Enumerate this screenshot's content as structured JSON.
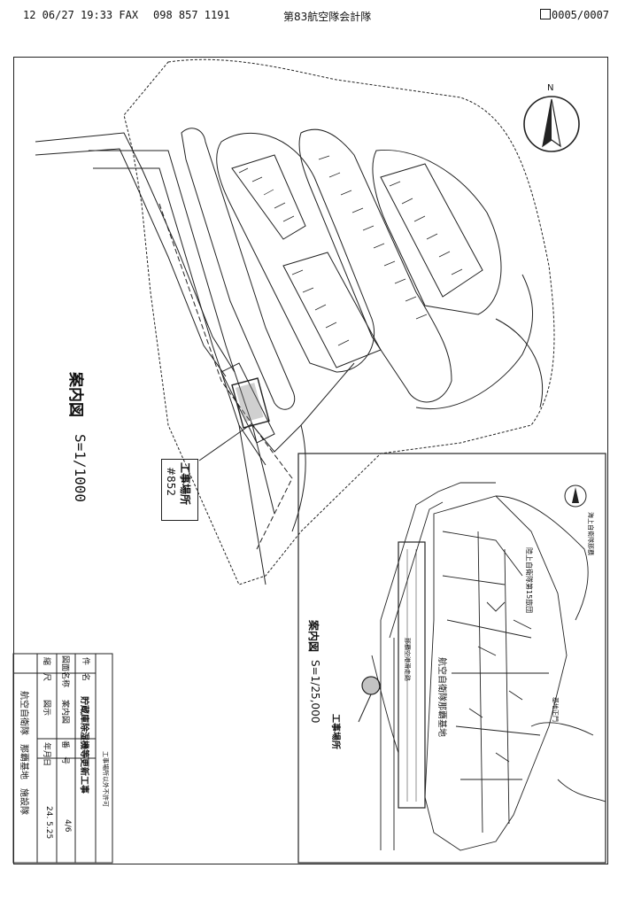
{
  "fax_header": {
    "datetime": "12 06/27 19:33 FAX",
    "fax_number": "098 857 1191",
    "sender": "第83航空隊会計隊",
    "page": "0005/0007"
  },
  "drawing": {
    "main_title": "案内図",
    "main_scale": "S=1/1000",
    "site_label": "工事場所",
    "site_number": "#852",
    "north_label": "N",
    "inset_title": "案内図",
    "inset_scale": "S=1/25,000",
    "inset_site_label": "工事場所",
    "inset_labels": {
      "naha_airport": "那覇空港滑走路",
      "jasdf_base": "航空自衛隊那覇基地",
      "gsdf_camp": "陸上自衛隊第15旅団",
      "naval_air": "海上自衛隊那覇",
      "base_gate": "基地正門"
    }
  },
  "title_block": {
    "header_note": "工事場所以外不許可",
    "rows": [
      {
        "label": "件　名",
        "value": "貯蔵庫除湿機等更新工事"
      },
      {
        "label": "図面名称",
        "value": "案内図",
        "label2": "番　号",
        "value2": "4/6"
      },
      {
        "label": "縮　尺",
        "value": "図示",
        "label2": "年月日",
        "value2": "24. 5.25"
      }
    ],
    "organization": "航空自衛隊　那覇基地　施設隊"
  }
}
